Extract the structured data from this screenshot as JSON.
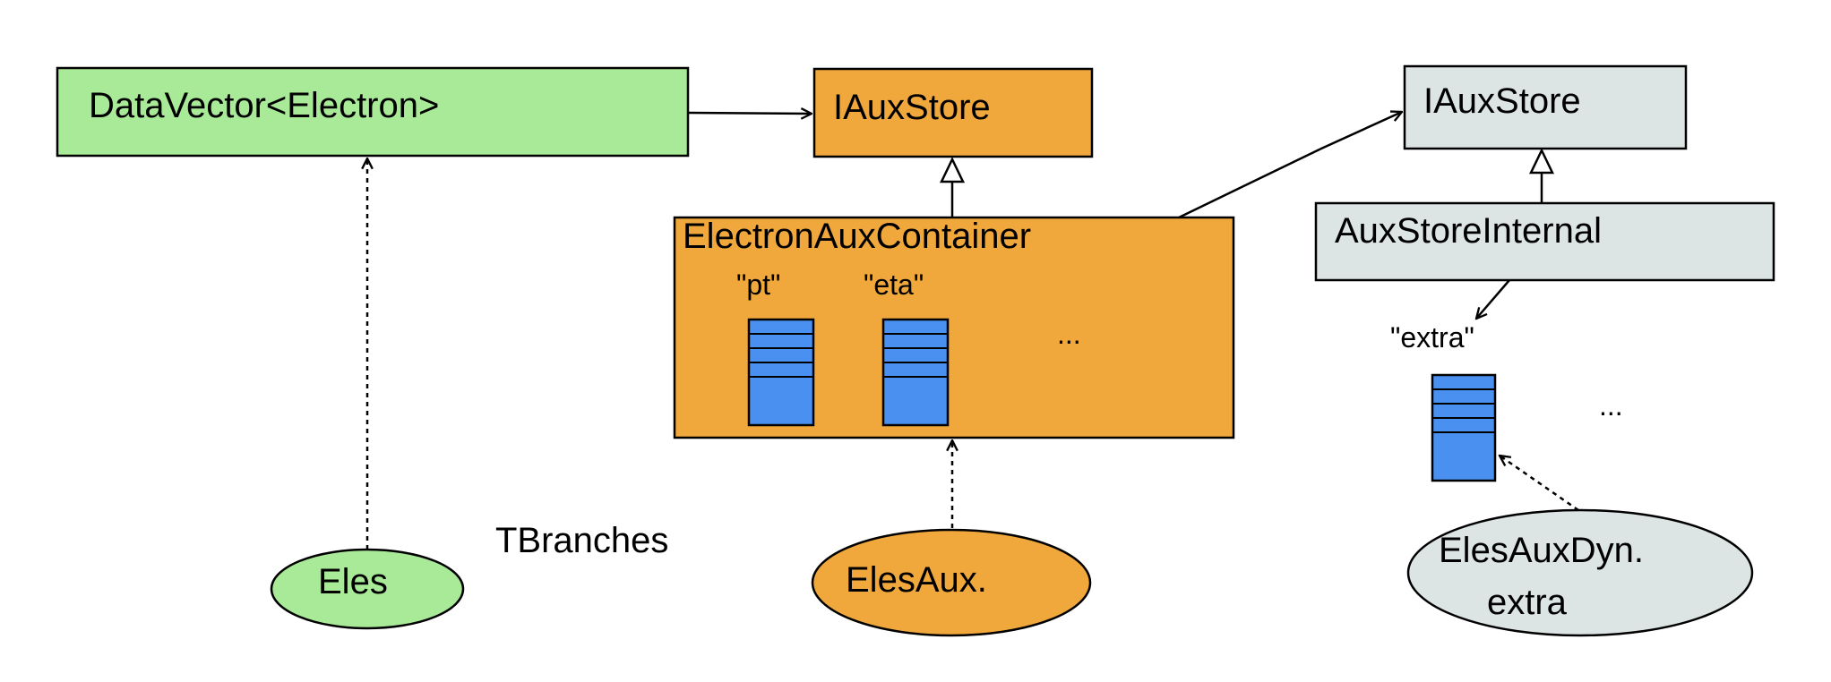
{
  "colors": {
    "green": "#a8ea98",
    "orange": "#f0a83c",
    "gray": "#dde4e4",
    "column_blue": "#4a90f0",
    "stroke": "#000000"
  },
  "boxes": {
    "datavector": "DataVector<Electron>",
    "iauxstore_orange": "IAuxStore",
    "electron_aux_container": "ElectronAuxContainer",
    "iauxstore_gray": "IAuxStore",
    "auxstore_internal": "AuxStoreInternal"
  },
  "columns": {
    "pt": "\"pt\"",
    "eta": "\"eta\"",
    "ellipsis_container": "...",
    "extra": "\"extra\"",
    "ellipsis_right": "..."
  },
  "branches": {
    "section_label": "TBranches",
    "eles": "Eles",
    "elesaux": "ElesAux.",
    "elesauxdyn_line1": "ElesAuxDyn.",
    "elesauxdyn_line2": "extra"
  }
}
